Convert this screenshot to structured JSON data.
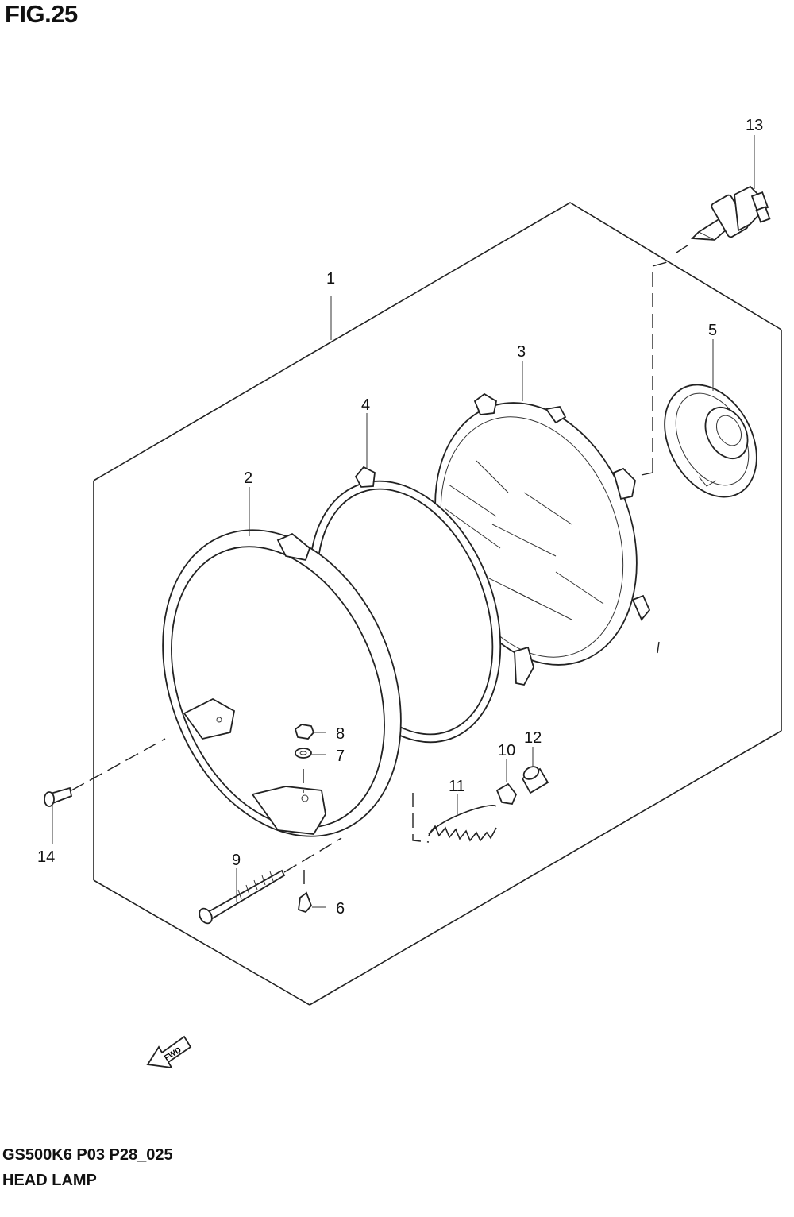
{
  "figure": {
    "title": "FIG.25",
    "code": "GS500K6 P03 P28_025",
    "name": "HEAD LAMP"
  },
  "callouts": {
    "c1": "1",
    "c2": "2",
    "c3": "3",
    "c4": "4",
    "c5": "5",
    "c6": "6",
    "c7": "7",
    "c8": "8",
    "c9": "9",
    "c10": "10",
    "c11": "11",
    "c12": "12",
    "c13": "13",
    "c14": "14"
  },
  "direction_marker": "FWD"
}
